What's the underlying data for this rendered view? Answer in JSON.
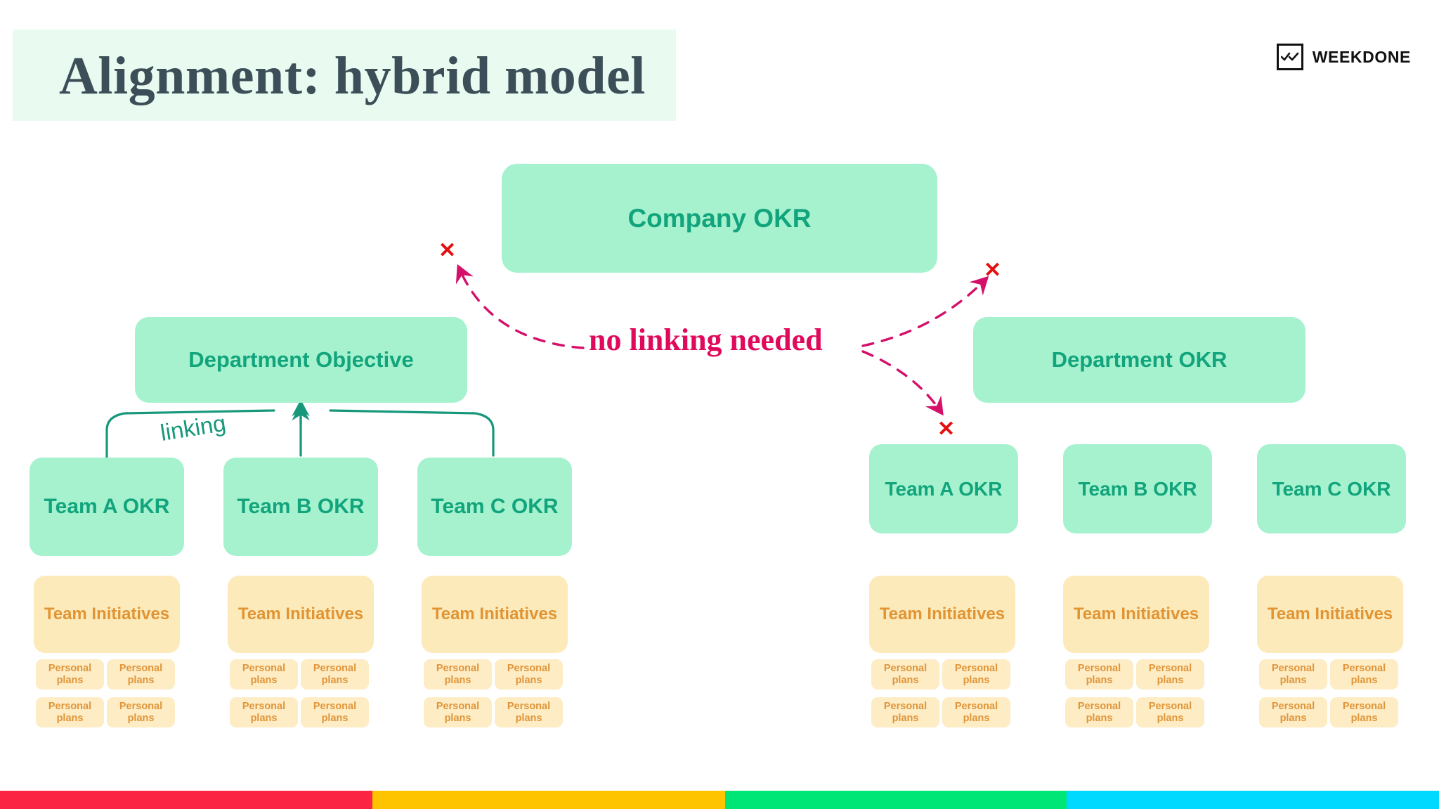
{
  "slide": {
    "title": "Alignment: hybrid model",
    "background_color": "#ffffff",
    "title_band_color": "#e9faf0",
    "title_text_color": "#3c4f58"
  },
  "logo": {
    "wordmark": "WEEKDONE",
    "mark_icon": "double-check-icon",
    "color": "#111111"
  },
  "diagram": {
    "top": {
      "label": "Company OKR"
    },
    "left_branch": {
      "department": {
        "label": "Department Objective"
      },
      "connector_label": "linking",
      "connector_color": "#17987a",
      "teams": [
        {
          "okr": "Team A OKR",
          "initiatives": "Team Initiatives",
          "plans": [
            "Personal plans",
            "Personal plans",
            "Personal plans",
            "Personal plans"
          ]
        },
        {
          "okr": "Team B OKR",
          "initiatives": "Team Initiatives",
          "plans": [
            "Personal plans",
            "Personal plans",
            "Personal plans",
            "Personal plans"
          ]
        },
        {
          "okr": "Team C OKR",
          "initiatives": "Team Initiatives",
          "plans": [
            "Personal plans",
            "Personal plans",
            "Personal plans",
            "Personal plans"
          ]
        }
      ]
    },
    "right_branch": {
      "department": {
        "label": "Department OKR"
      },
      "teams": [
        {
          "okr": "Team A OKR",
          "initiatives": "Team Initiatives",
          "plans": [
            "Personal plans",
            "Personal plans",
            "Personal plans",
            "Personal plans"
          ]
        },
        {
          "okr": "Team B OKR",
          "initiatives": "Team Initiatives",
          "plans": [
            "Personal plans",
            "Personal plans",
            "Personal plans",
            "Personal plans"
          ]
        },
        {
          "okr": "Team C OKR",
          "initiatives": "Team Initiatives",
          "plans": [
            "Personal plans",
            "Personal plans",
            "Personal plans",
            "Personal plans"
          ]
        }
      ]
    },
    "annotation": {
      "no_linking_label": "no linking needed",
      "no_linking_color": "#e00a5c",
      "cross_marks": [
        "✕",
        "✕",
        "✕"
      ],
      "cross_color": "#e60d0d"
    },
    "colors": {
      "okr_box_bg": "#a6f2cf",
      "okr_box_text": "#12a47c",
      "initiative_box_bg": "#fdeabb",
      "initiative_box_text": "#e09433",
      "plan_box_bg": "#fdecc4",
      "plan_box_text": "#e0953a"
    }
  },
  "bottom_bar": {
    "segments": [
      {
        "name": "red",
        "color": "#fb2543",
        "width_pct": 25.9
      },
      {
        "name": "yellow",
        "color": "#ffc400",
        "width_pct": 24.5
      },
      {
        "name": "green",
        "color": "#00e676",
        "width_pct": 23.7
      },
      {
        "name": "cyan",
        "color": "#00d9ff",
        "width_pct": 25.9
      }
    ]
  }
}
